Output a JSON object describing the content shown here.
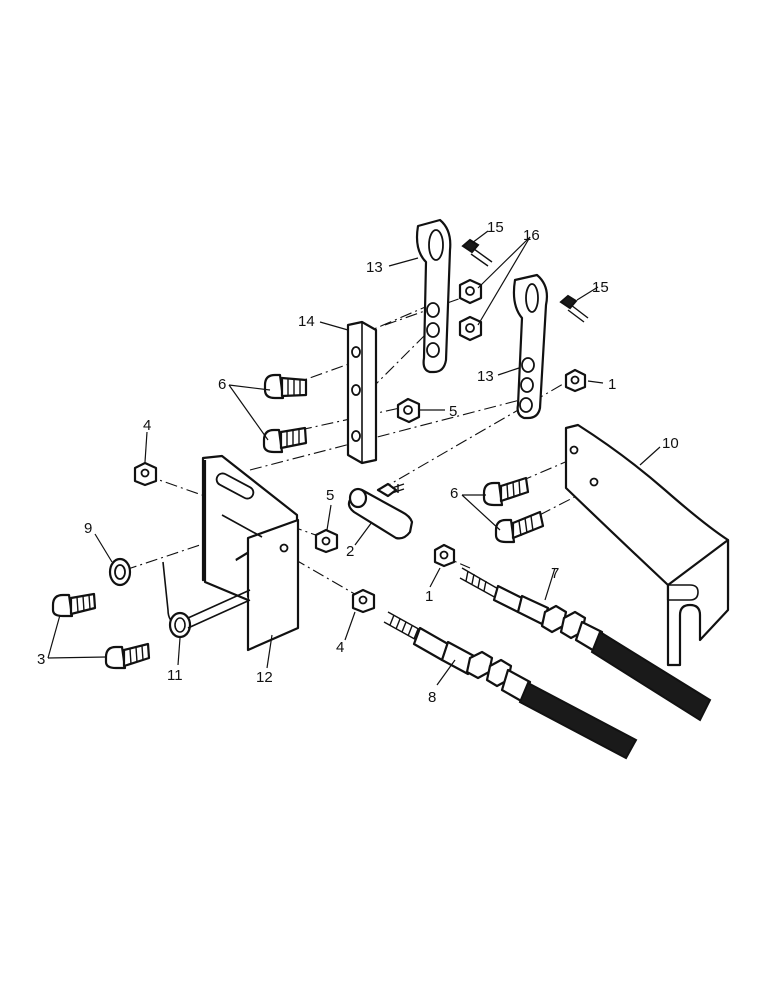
{
  "callouts": {
    "c1a": "1",
    "c1b": "1",
    "c2": "2",
    "c3": "3",
    "c4a": "4",
    "c4b": "4",
    "c5a": "5",
    "c5b": "5",
    "c6a": "6",
    "c6b": "6",
    "c7": "7",
    "c8": "8",
    "c9": "9",
    "c10": "10",
    "c11": "11",
    "c12": "12",
    "c13a": "13",
    "c13b": "13",
    "c14": "14",
    "c15a": "15",
    "c15b": "15",
    "c16": "16"
  }
}
